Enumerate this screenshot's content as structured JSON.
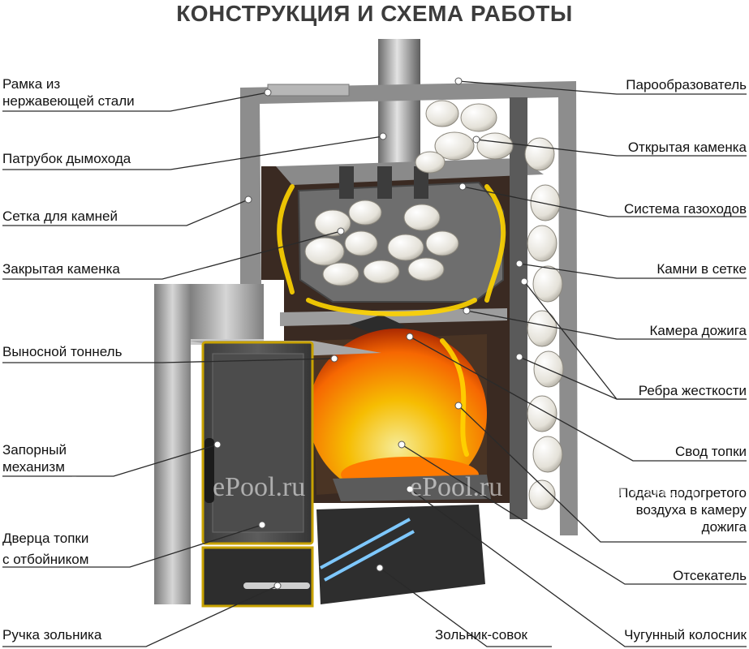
{
  "title": "КОНСТРУКЦИЯ И СХЕМА РАБОТЫ",
  "labels_left": [
    {
      "id": "frame",
      "lines": [
        "Рамка из",
        "нержавеющей стали"
      ]
    },
    {
      "id": "chimney",
      "lines": [
        "Патрубок дымохода"
      ]
    },
    {
      "id": "stone-mesh",
      "lines": [
        "Сетка для камней"
      ]
    },
    {
      "id": "closed-heater",
      "lines": [
        "Закрытая каменка"
      ]
    },
    {
      "id": "tunnel",
      "lines": [
        "Выносной тоннель"
      ]
    },
    {
      "id": "lock",
      "lines": [
        "Запорный",
        "механизм"
      ]
    },
    {
      "id": "door",
      "lines": [
        "Дверца топки",
        "с отбойником"
      ]
    },
    {
      "id": "ash-handle",
      "lines": [
        "Ручка зольника"
      ]
    }
  ],
  "labels_right": [
    {
      "id": "steam-gen",
      "lines": [
        "Парообразователь"
      ]
    },
    {
      "id": "open-heater",
      "lines": [
        "Открытая каменка"
      ]
    },
    {
      "id": "gas-ducts",
      "lines": [
        "Система газоходов"
      ]
    },
    {
      "id": "stones-mesh",
      "lines": [
        "Камни в сетке"
      ]
    },
    {
      "id": "afterburn",
      "lines": [
        "Камера дожига"
      ]
    },
    {
      "id": "ribs",
      "lines": [
        "Ребра жесткости"
      ]
    },
    {
      "id": "firebox-vault",
      "lines": [
        "Свод топки"
      ]
    },
    {
      "id": "air-supply",
      "lines": [
        "Подача подогретого",
        "воздуха в камеру",
        "дожига"
      ]
    },
    {
      "id": "cutoff",
      "lines": [
        "Отсекатель"
      ]
    },
    {
      "id": "grate",
      "lines": [
        "Чугунный колосник"
      ]
    }
  ],
  "label_bottom": {
    "id": "ash-pan",
    "lines": [
      "Зольник-совок"
    ]
  },
  "watermarks": [
    "ePool.ru",
    "ePool.ru",
    "ePool.ru",
    "ePool.ru"
  ],
  "colors": {
    "line": "#2a2a2a",
    "steel": "#9a9a9a",
    "dark_steel": "#4a4a4a",
    "flame": "#f7b500",
    "stone": "#e8e6e0"
  }
}
